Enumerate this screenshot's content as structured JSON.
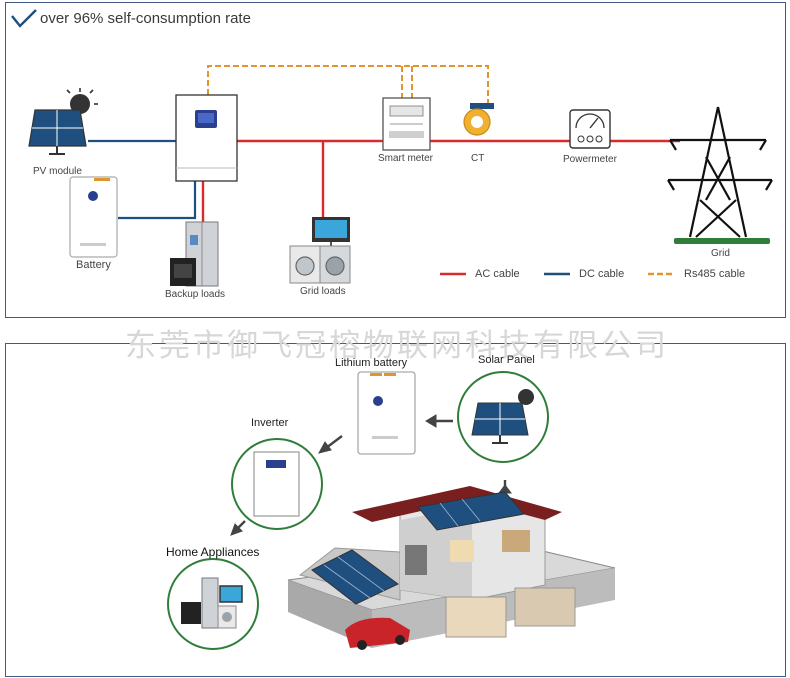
{
  "header": {
    "text": "over 96% self-consumption rate"
  },
  "watermark": "东莞市御飞冠榕物联网科技有限公司",
  "system_diagram": {
    "labels": {
      "pv": "PV module",
      "battery": "Battery",
      "backup": "Backup loads",
      "grid_loads": "Grid loads",
      "smart_meter": "Smart meter",
      "ct": "CT",
      "powermeter": "Powermeter",
      "grid": "Grid"
    },
    "legend": {
      "ac": "AC cable",
      "dc": "DC cable",
      "rs485": "Rs485 cable"
    },
    "colors": {
      "ac": "#d92b2b",
      "dc": "#1f4f7f",
      "rs485": "#e0962a"
    }
  },
  "home_diagram": {
    "labels": {
      "lithium": "Lithium battery",
      "solar": "Solar Panel",
      "inverter": "Inverter",
      "appliances": "Home Appliances"
    },
    "colors": {
      "circle": "#2f7d3a"
    }
  }
}
